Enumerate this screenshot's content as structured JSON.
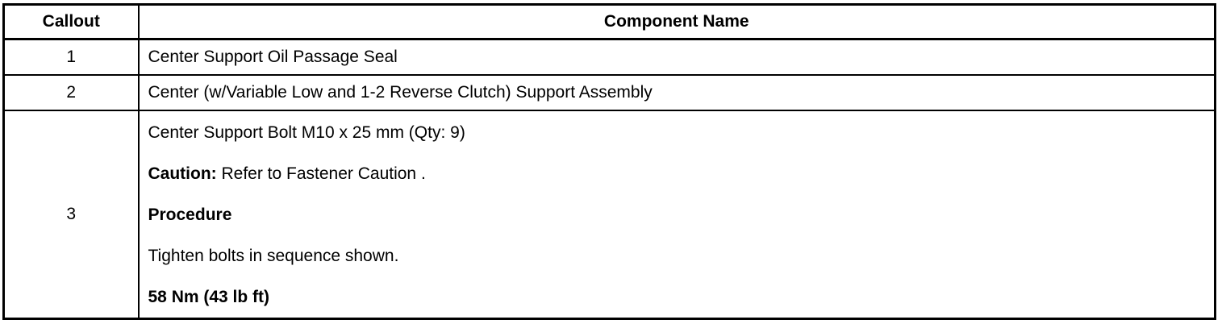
{
  "document": {
    "type": "service-manual-parts-table",
    "background_color": "#ffffff",
    "text_color": "#000000",
    "border_color": "#000000"
  },
  "table": {
    "columns": [
      {
        "key": "callout",
        "header": "Callout",
        "align": "center"
      },
      {
        "key": "component_name",
        "header": "Component Name",
        "align": "center"
      }
    ],
    "rows": [
      {
        "callout": "1",
        "paragraphs": [
          {
            "runs": [
              {
                "text": "Center Support Oil Passage Seal",
                "bold": false
              }
            ]
          }
        ]
      },
      {
        "callout": "2",
        "paragraphs": [
          {
            "runs": [
              {
                "text": "Center (w/Variable Low and 1-2 Reverse Clutch) Support Assembly",
                "bold": false
              }
            ]
          }
        ]
      },
      {
        "callout": "3",
        "paragraphs": [
          {
            "runs": [
              {
                "text": "Center Support Bolt M10 x 25 mm (Qty: 9)",
                "bold": false
              }
            ]
          },
          {
            "runs": [
              {
                "text": "Caution:",
                "bold": true
              },
              {
                "text": " Refer to Fastener Caution .",
                "bold": false
              }
            ]
          },
          {
            "runs": [
              {
                "text": "Procedure",
                "bold": true
              }
            ]
          },
          {
            "runs": [
              {
                "text": "Tighten bolts in sequence shown.",
                "bold": false
              }
            ]
          },
          {
            "runs": [
              {
                "text": "58 Nm (43 lb ft)",
                "bold": true
              }
            ]
          }
        ]
      }
    ]
  }
}
